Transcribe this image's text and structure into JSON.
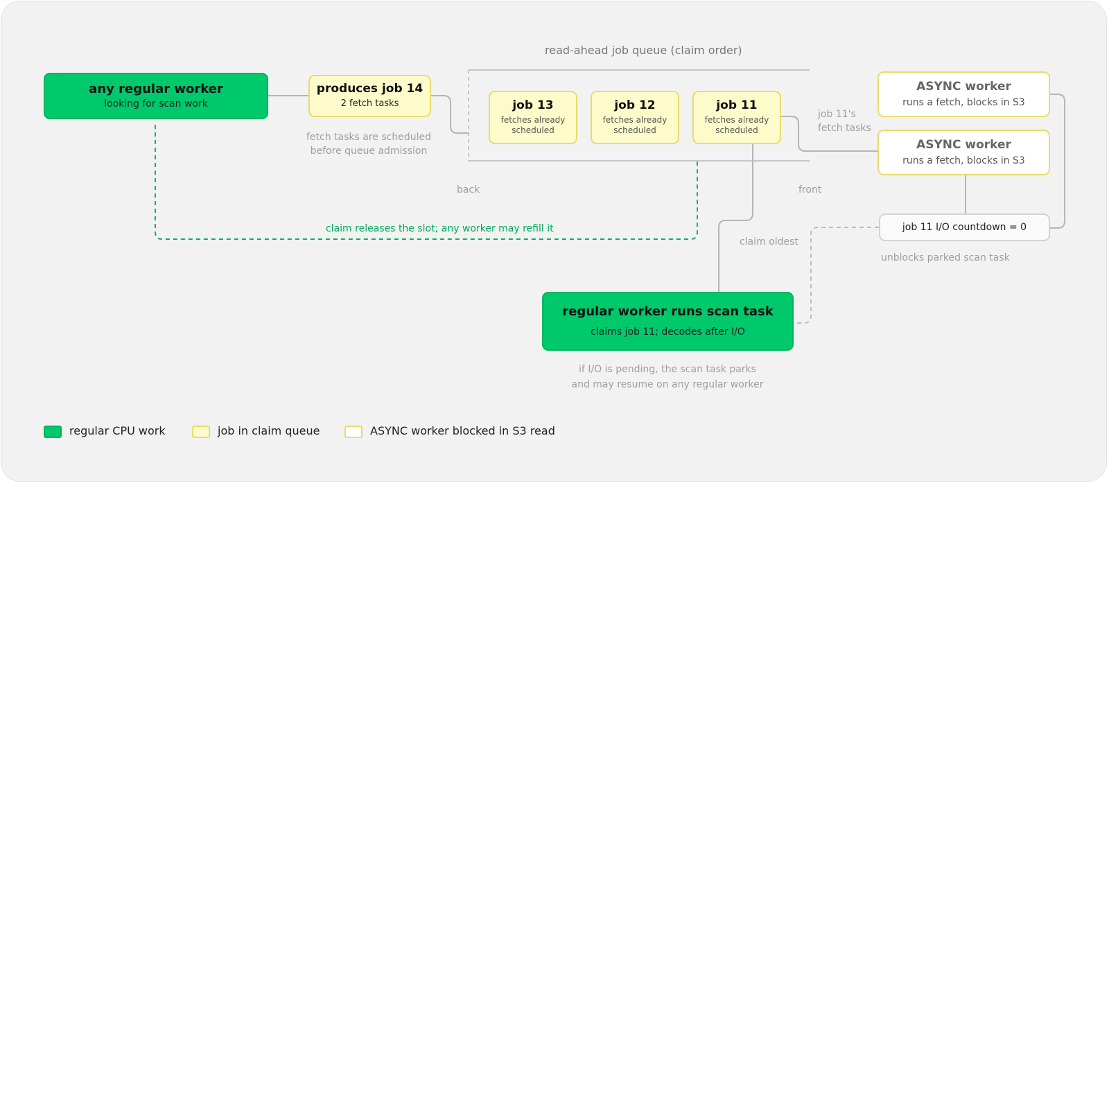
{
  "queue": {
    "title": "read-ahead job queue (claim order)",
    "back_label": "back",
    "front_label": "front"
  },
  "regular_worker": {
    "title": "any regular worker",
    "subtitle": "looking for scan work"
  },
  "producer": {
    "title": "produces job 14",
    "subtitle": "2 fetch tasks"
  },
  "producer_note": [
    "fetch tasks are scheduled",
    "before queue admission"
  ],
  "jobs": [
    {
      "title": "job 13",
      "line1": "fetches already",
      "line2": "scheduled"
    },
    {
      "title": "job 12",
      "line1": "fetches already",
      "line2": "scheduled"
    },
    {
      "title": "job 11",
      "line1": "fetches already",
      "line2": "scheduled"
    }
  ],
  "fetch_label": [
    "job 11's",
    "fetch tasks"
  ],
  "async_workers": [
    {
      "title": "ASYNC worker",
      "subtitle": "runs a fetch, blocks in S3"
    },
    {
      "title": "ASYNC worker",
      "subtitle": "runs a fetch, blocks in S3"
    }
  ],
  "countdown": {
    "label": "job 11 I/O countdown = 0",
    "note": "unblocks parked scan task"
  },
  "claim_oldest_label": "claim oldest",
  "release_label": "claim releases the slot; any worker may refill it",
  "scan_task": {
    "title": "regular worker runs scan task",
    "subtitle": "claims job 11; decodes after I/O"
  },
  "scan_note": [
    "if I/O is pending, the scan task parks",
    "and may resume on any regular worker"
  ],
  "legend": [
    {
      "label": "regular CPU work",
      "fill": "#00c96b",
      "border": "#00b55f"
    },
    {
      "label": "job in claim queue",
      "fill": "#fdfbc9",
      "border": "#e8dc6c"
    },
    {
      "label": "ASYNC worker blocked in S3 read",
      "fill": "#ffffff",
      "border": "#e8dc6c"
    }
  ],
  "colors": {
    "regular": "#00c96b",
    "queue_job": "#fdfbc9",
    "job_border": "#e8dc6c",
    "panel": "#f2f2f2",
    "wire": "#b5b5b5",
    "release": "#00b560"
  }
}
